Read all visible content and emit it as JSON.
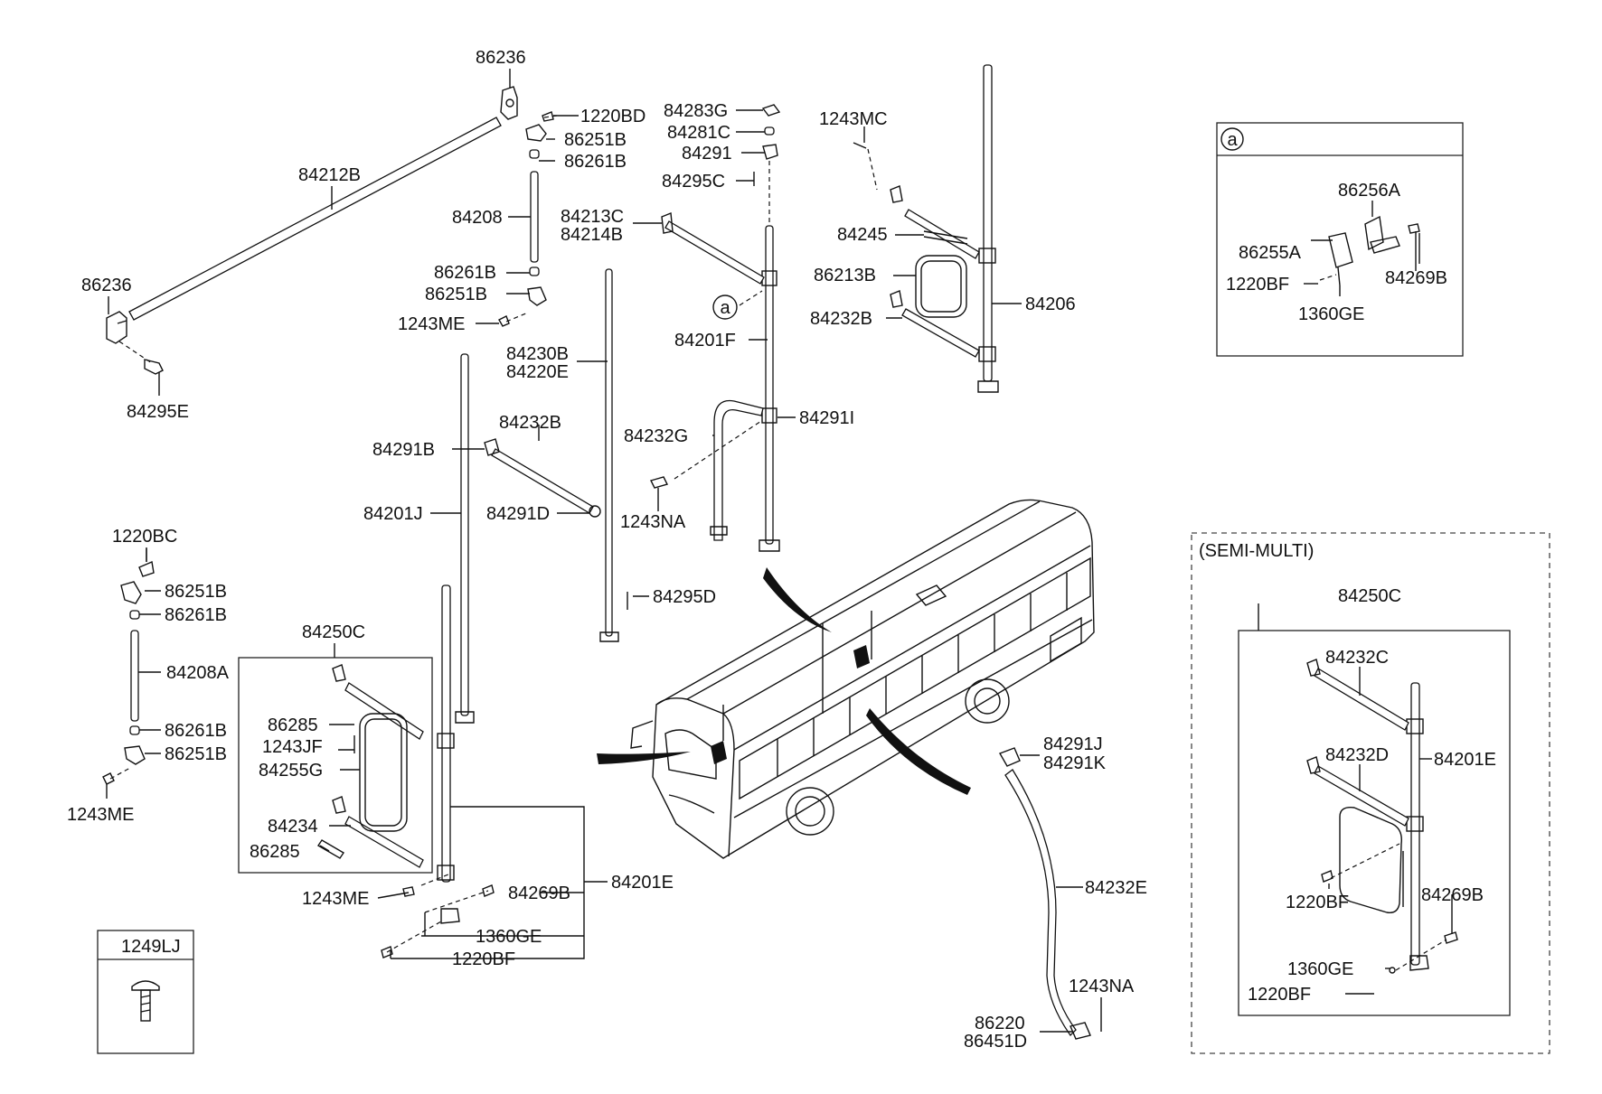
{
  "labels": {
    "p86236_top": "86236",
    "p1220BD": "1220BD",
    "p86251B_a": "86251B",
    "p86261B_a": "86261B",
    "p84212B": "84212B",
    "p84208": "84208",
    "p86261B_b": "86261B",
    "p86251B_b": "86251B",
    "p1243ME_a": "1243ME",
    "p86236_left": "86236",
    "p84295E": "84295E",
    "p84283G": "84283G",
    "p84281C": "84281C",
    "p84291": "84291",
    "p84295C": "84295C",
    "p84213C": "84213C",
    "p84214B": "84214B",
    "p84201F": "84201F",
    "p84230B": "84230B",
    "p84220E": "84220E",
    "p84232B_a": "84232B",
    "p84291B": "84291B",
    "p84291D": "84291D",
    "p84201J": "84201J",
    "p84232G": "84232G",
    "p84291I": "84291I",
    "p1243NA_a": "1243NA",
    "p84295D": "84295D",
    "p1243MC": "1243MC",
    "p84245": "84245",
    "p86213B": "86213B",
    "p84232B_b": "84232B",
    "p84206": "84206",
    "p1220BC": "1220BC",
    "p86251B_c": "86251B",
    "p86261B_c": "86261B",
    "p84208A": "84208A",
    "p86261B_d": "86261B",
    "p86251B_d": "86251B",
    "p1243ME_b": "1243ME",
    "p84250C_a": "84250C",
    "p86285_a": "86285",
    "p1243JF": "1243JF",
    "p84255G": "84255G",
    "p84234": "84234",
    "p86285_b": "86285",
    "p1243ME_c": "1243ME",
    "p84269B_a": "84269B",
    "p84201E_a": "84201E",
    "p1360GE_a": "1360GE",
    "p1220BF_a": "1220BF",
    "p1249LJ": "1249LJ",
    "p84291J": "84291J",
    "p84291K": "84291K",
    "p84232E": "84232E",
    "p1243NA_b": "1243NA",
    "p86220": "86220",
    "p86451D": "86451D",
    "p86256A": "86256A",
    "p86255A": "86255A",
    "p84269B_b": "84269B",
    "p1220BF_b": "1220BF",
    "p1360GE_b": "1360GE",
    "semi_multi": "(SEMI-MULTI)",
    "p84250C_b": "84250C",
    "p84232C": "84232C",
    "p84232D": "84232D",
    "p84201E_b": "84201E",
    "p1220BF_c": "1220BF",
    "p84269B_c": "84269B",
    "p1360GE_c": "1360GE",
    "p1220BF_d": "1220BF",
    "ref_a_main": "a",
    "ref_a_inset": "a"
  }
}
